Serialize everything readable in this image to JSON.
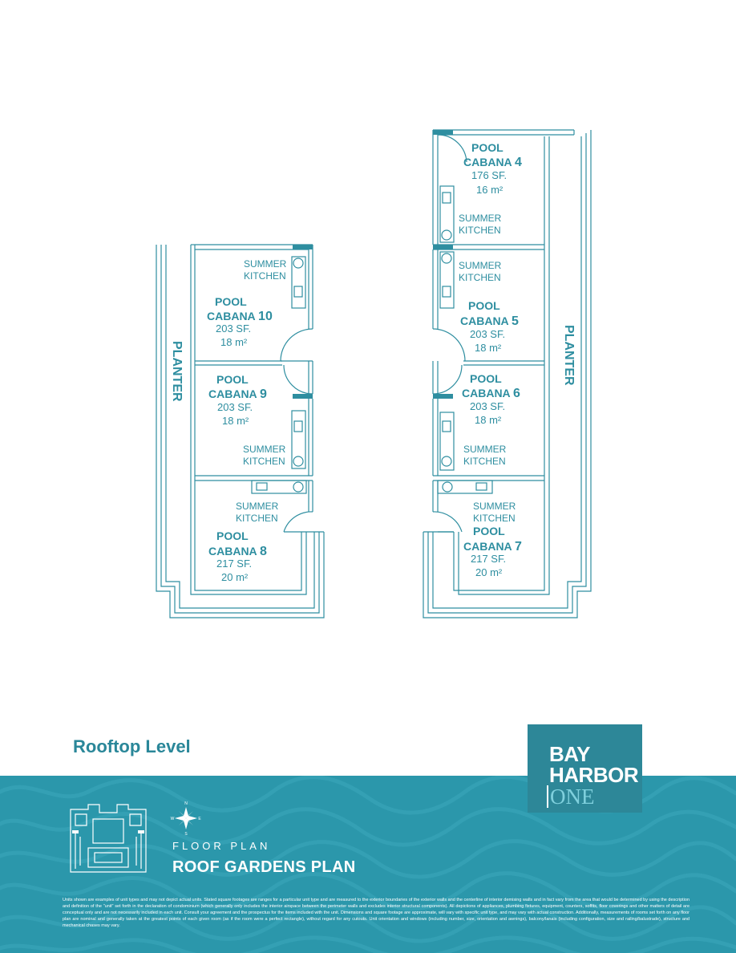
{
  "plan": {
    "planter_left": "PLANTER",
    "planter_right": "PLANTER",
    "rooms": {
      "cabana4": {
        "line1": "POOL",
        "line2": "CABANA",
        "number": "4",
        "area_sf": "176 SF.",
        "area_m2": "16 m²",
        "kitchen1": "SUMMER",
        "kitchen2": "KITCHEN"
      },
      "cabana5": {
        "line1": "POOL",
        "line2": "CABANA",
        "number": "5",
        "area_sf": "203 SF.",
        "area_m2": "18 m²",
        "kitchen1": "SUMMER",
        "kitchen2": "KITCHEN"
      },
      "cabana6": {
        "line1": "POOL",
        "line2": "CABANA",
        "number": "6",
        "area_sf": "203 SF.",
        "area_m2": "18 m²",
        "kitchen1": "SUMMER",
        "kitchen2": "KITCHEN"
      },
      "cabana7": {
        "line1": "POOL",
        "line2": "CABANA",
        "number": "7",
        "area_sf": "217 SF.",
        "area_m2": "20 m²",
        "kitchen1": "SUMMER",
        "kitchen2": "KITCHEN"
      },
      "cabana8": {
        "line1": "POOL",
        "line2": "CABANA",
        "number": "8",
        "area_sf": "217 SF.",
        "area_m2": "20 m²",
        "kitchen1": "SUMMER",
        "kitchen2": "KITCHEN"
      },
      "cabana9": {
        "line1": "POOL",
        "line2": "CABANA",
        "number": "9",
        "area_sf": "203 SF.",
        "area_m2": "18 m²",
        "kitchen1": "SUMMER",
        "kitchen2": "KITCHEN"
      },
      "cabana10": {
        "line1": "POOL",
        "line2": "CABANA",
        "number": "10",
        "area_sf": "203 SF.",
        "area_m2": "18 m²",
        "kitchen1": "SUMMER",
        "kitchen2": "KITCHEN"
      }
    }
  },
  "level_title": "Rooftop Level",
  "logo": {
    "line1": "BAY",
    "line2": "HARBOR",
    "line3": "ONE"
  },
  "compass": {
    "n": "N",
    "e": "E",
    "s": "S",
    "w": "W"
  },
  "footer": {
    "label": "FLOOR PLAN",
    "title": "ROOF GARDENS PLAN",
    "disclaimer": "Units shown are examples of unit types and may not depict actual units. Stated square footages are ranges for a particular unit type and are measured to the exterior boundaries of the exterior walls and the centerline of interior demising walls and in fact vary from the area that would be determined by using the description and definition of the \"unit\" set forth in the declaration of condominium (which generally only includes the interior airspace between the perimeter walls and excludes interior structural components). All depictions of appliances, plumbing fixtures, equipment, counters, soffits, floor coverings and other matters of detail are conceptual only and are not necessarily included in each unit. Consult your agreement and the prospectus for the items included with the unit. Dimensions and square footage are approximate, will vary with specific unit type, and may vary with actual construction. Additionally, measurements of rooms set forth on any floor plan are nominal and generally taken at the greatest points of each given room (as if the room were a perfect rectangle), without regard for any cutouts. Unit orientation and windows (including number, size, orientation and awnings), balcony/lanais (including configuration, size and railing/balustrade), structure and mechanical chases may vary."
  },
  "colors": {
    "primary": "#2e8ea0",
    "band": "#2b97ab",
    "logo_bg": "#2d8798",
    "logo_accent": "#7fd0dd"
  }
}
